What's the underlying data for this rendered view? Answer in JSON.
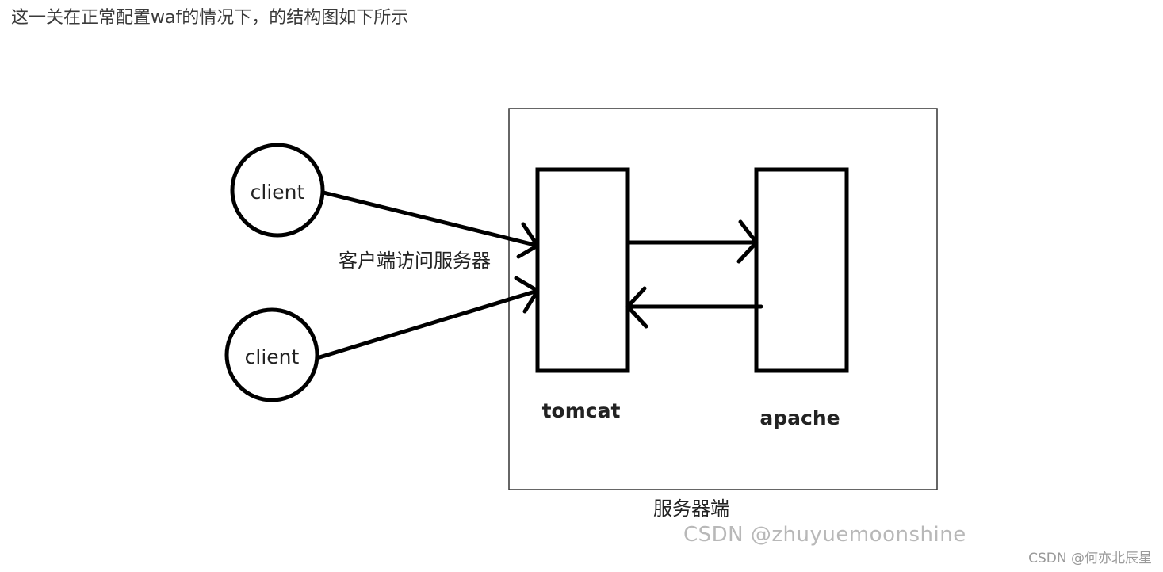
{
  "intro_text": "这一关在正常配置waf的情况下，的结构图如下所示",
  "diagram": {
    "client_top_label": "client",
    "client_bottom_label": "client",
    "access_label": "客户端访问服务器",
    "tomcat_label": "tomcat",
    "apache_label": "apache",
    "server_label": "服务器端"
  },
  "watermark_text": "CSDN @zhuyuemoonshine",
  "csdn_mark_text": "CSDN @何亦北辰星"
}
